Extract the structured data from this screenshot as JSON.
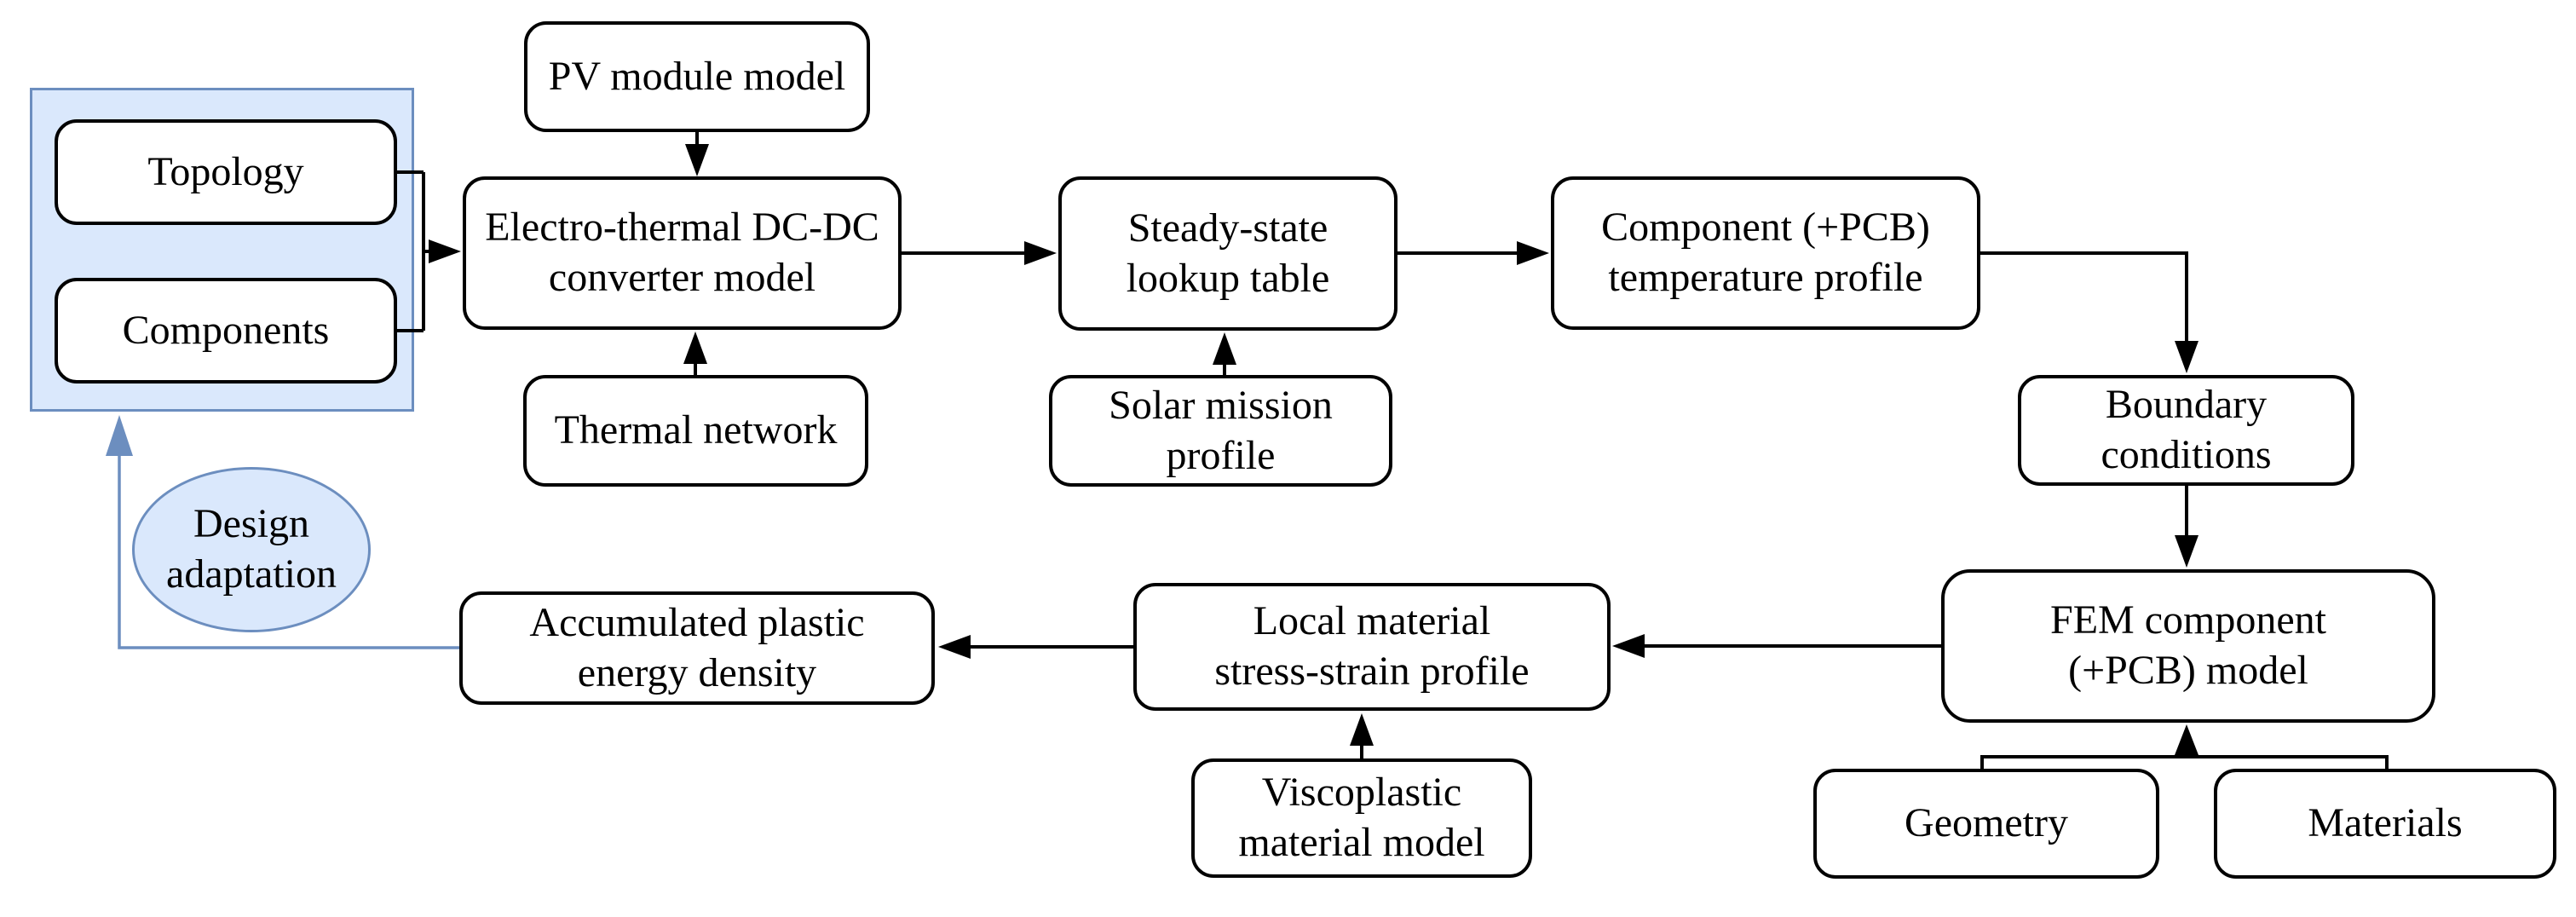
{
  "colors": {
    "accent_fill": "#dae8fc",
    "accent_stroke": "#6c8ebf",
    "node_fill": "#ffffff",
    "node_stroke": "#000000",
    "arrow_black": "#000000",
    "arrow_feedback_blue": "#6c8ebf",
    "background": "#ffffff"
  },
  "nodes": {
    "topology": {
      "label": "Topology"
    },
    "components": {
      "label": "Components"
    },
    "pv_module_model": {
      "label": "PV module model"
    },
    "converter": {
      "label": "Electro-thermal DC-DC\nconverter model"
    },
    "thermal_network": {
      "label": "Thermal network"
    },
    "steady_state": {
      "label": "Steady-state\nlookup table"
    },
    "solar_mission": {
      "label": "Solar mission\nprofile"
    },
    "component_temp": {
      "label": "Component (+PCB)\ntemperature profile"
    },
    "boundary": {
      "label": "Boundary\nconditions"
    },
    "fem": {
      "label": "FEM component\n(+PCB) model"
    },
    "geometry": {
      "label": "Geometry"
    },
    "materials": {
      "label": "Materials"
    },
    "local_stress": {
      "label": "Local material\nstress-strain profile"
    },
    "viscoplastic": {
      "label": "Viscoplastic\nmaterial model"
    },
    "accumulated": {
      "label": "Accumulated plastic\nenergy density"
    },
    "design_adaptation": {
      "label": "Design\nadaptation"
    }
  },
  "edges": [
    {
      "from": "pv_module_model",
      "to": "converter",
      "color": "black"
    },
    {
      "from": "design_space_container",
      "to": "converter",
      "color": "black",
      "note": "bracket joining Topology and Components"
    },
    {
      "from": "thermal_network",
      "to": "converter",
      "color": "black"
    },
    {
      "from": "converter",
      "to": "steady_state",
      "color": "black"
    },
    {
      "from": "solar_mission",
      "to": "steady_state",
      "color": "black"
    },
    {
      "from": "steady_state",
      "to": "component_temp",
      "color": "black"
    },
    {
      "from": "component_temp",
      "to": "boundary",
      "color": "black"
    },
    {
      "from": "boundary",
      "to": "fem",
      "color": "black"
    },
    {
      "from": "geometry_and_materials",
      "to": "fem",
      "color": "black",
      "note": "bracket joining Geometry and Materials"
    },
    {
      "from": "fem",
      "to": "local_stress",
      "color": "black"
    },
    {
      "from": "viscoplastic",
      "to": "local_stress",
      "color": "black"
    },
    {
      "from": "local_stress",
      "to": "accumulated",
      "color": "black"
    },
    {
      "from": "accumulated",
      "to": "design_space_container",
      "color": "blue",
      "via": "design_adaptation"
    }
  ]
}
